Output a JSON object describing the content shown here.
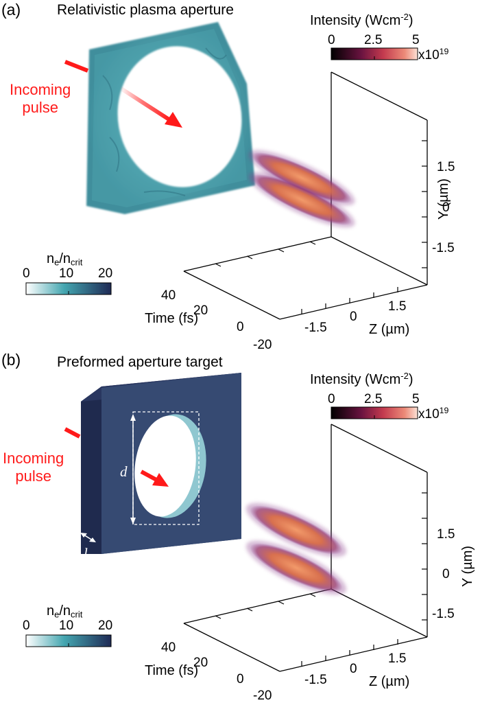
{
  "panels": [
    {
      "label": "(a)",
      "title": "Relativistic plasma aperture",
      "annotation_line1": "Incoming",
      "annotation_line2": "pulse",
      "intensity_colorbar": {
        "title": "Intensity (Wcm",
        "title_exp": "-2",
        "title_end": ")",
        "ticks": [
          "0",
          "2.5",
          "5"
        ],
        "scale": "x10",
        "scale_exp": "19"
      },
      "density_colorbar": {
        "title_main": "n",
        "title_sub1": "e",
        "title_sep": "/n",
        "title_sub2": "crit",
        "ticks": [
          "0",
          "10",
          "20"
        ]
      },
      "axes": {
        "time_label": "Time (fs)",
        "time_ticks": [
          "40",
          "20",
          "0",
          "-20"
        ],
        "z_label": "Z (µm)",
        "z_ticks": [
          "-1.5",
          "0",
          "1.5"
        ],
        "y_label": "Y (µm)",
        "y_ticks": [
          "1.5",
          "0",
          "-1.5"
        ]
      }
    },
    {
      "label": "(b)",
      "title": "Preformed aperture target",
      "annotation_line1": "Incoming",
      "annotation_line2": "pulse",
      "dimension_d": "d",
      "dimension_l": "l",
      "intensity_colorbar": {
        "title": "Intensity (Wcm",
        "title_exp": "-2",
        "title_end": ")",
        "ticks": [
          "0",
          "2.5",
          "5"
        ],
        "scale": "x10",
        "scale_exp": "19"
      },
      "density_colorbar": {
        "title_main": "n",
        "title_sub1": "e",
        "title_sep": "/n",
        "title_sub2": "crit",
        "ticks": [
          "0",
          "10",
          "20"
        ]
      },
      "axes": {
        "time_label": "Time (fs)",
        "time_ticks": [
          "40",
          "20",
          "0",
          "-20"
        ],
        "z_label": "Z (µm)",
        "z_ticks": [
          "-1.5",
          "0",
          "1.5"
        ],
        "y_label": "Y (µm)",
        "y_ticks": [
          "1.5",
          "0",
          "-1.5"
        ]
      }
    }
  ],
  "colors": {
    "pulse_arrow": "#ff1a1a",
    "plasma": "#5fb8c0",
    "target": "#2e3e66",
    "intensity_low": "#000000",
    "intensity_mid": "#8a1a4a",
    "intensity_high": "#f6c4b2",
    "density_low": "#ffffff",
    "density_mid": "#3a9aa8",
    "density_high": "#1f2a55"
  }
}
